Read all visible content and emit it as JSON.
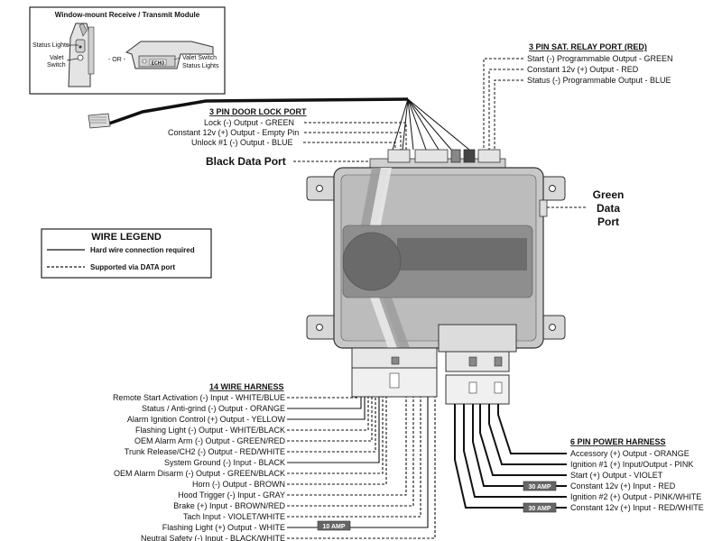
{
  "module_box": {
    "title": "Window-mount Receive / Transmit Module",
    "status_lights_left": "Status Lights",
    "valet_switch_left": "Valet Switch",
    "or_label": "- OR -",
    "valet_switch_right": "Valet Switch",
    "status_lights_right": "Status Lights",
    "device_label": "ECHO"
  },
  "sat_relay": {
    "title": "3 PIN SAT. RELAY PORT (RED)",
    "lines": [
      "Start (-) Programmable Output  -  GREEN",
      "Constant 12v (+) Output  -  RED",
      "Status (-) Programmable Output  -  BLUE"
    ]
  },
  "door_lock": {
    "title": "3 PIN DOOR LOCK PORT",
    "lines": [
      "Lock (-) Output  -  GREEN",
      "Constant 12v (+) Output  -  Empty Pin",
      "Unlock #1 (-) Output  -  BLUE"
    ]
  },
  "black_data_port": "Black Data Port",
  "green_data_port": "Green Data Port",
  "legend": {
    "title": "WIRE LEGEND",
    "hard": "Hard wire connection required",
    "data": "Supported via DATA port"
  },
  "harness14": {
    "title": "14 WIRE HARNESS",
    "lines": [
      "Remote Start Activation (-) Input - WHITE/BLUE",
      "Status / Anti-grind (-) Output - ORANGE",
      "Alarm Ignition Control (+) Output - YELLOW",
      "Flashing Light (-) Output  -  WHITE/BLACK",
      "OEM Alarm Arm (-) Output  -  GREEN/RED",
      "Trunk Release/CH2 (-) Output  -  RED/WHITE",
      "System Ground (-) Input  -  BLACK",
      "OEM Alarm Disarm (-) Output  -  GREEN/BLACK",
      "Horn (-) Output  -  BROWN",
      "Hood Trigger (-) Input  -  GRAY",
      "Brake (+) Input  -  BROWN/RED",
      "Tach Input  -  VIOLET/WHITE",
      "Flashing Light (+) Output  -  WHITE",
      "Neutral Safety (-) Input  -  BLACK/WHITE"
    ],
    "fuse": "10 AMP"
  },
  "power6": {
    "title": "6 PIN POWER HARNESS",
    "lines": [
      "Accessory (+) Output  -  ORANGE",
      "Ignition #1 (+) Input/Output  -  PINK",
      "Start (+) Output  -  VIOLET",
      "Constant 12v (+) Input  -  RED",
      "Ignition #2 (+) Output  -  PINK/WHITE",
      "Constant 12v (+) Input  -  RED/WHITE"
    ],
    "fuse1": "30 AMP",
    "fuse2": "30 AMP"
  }
}
